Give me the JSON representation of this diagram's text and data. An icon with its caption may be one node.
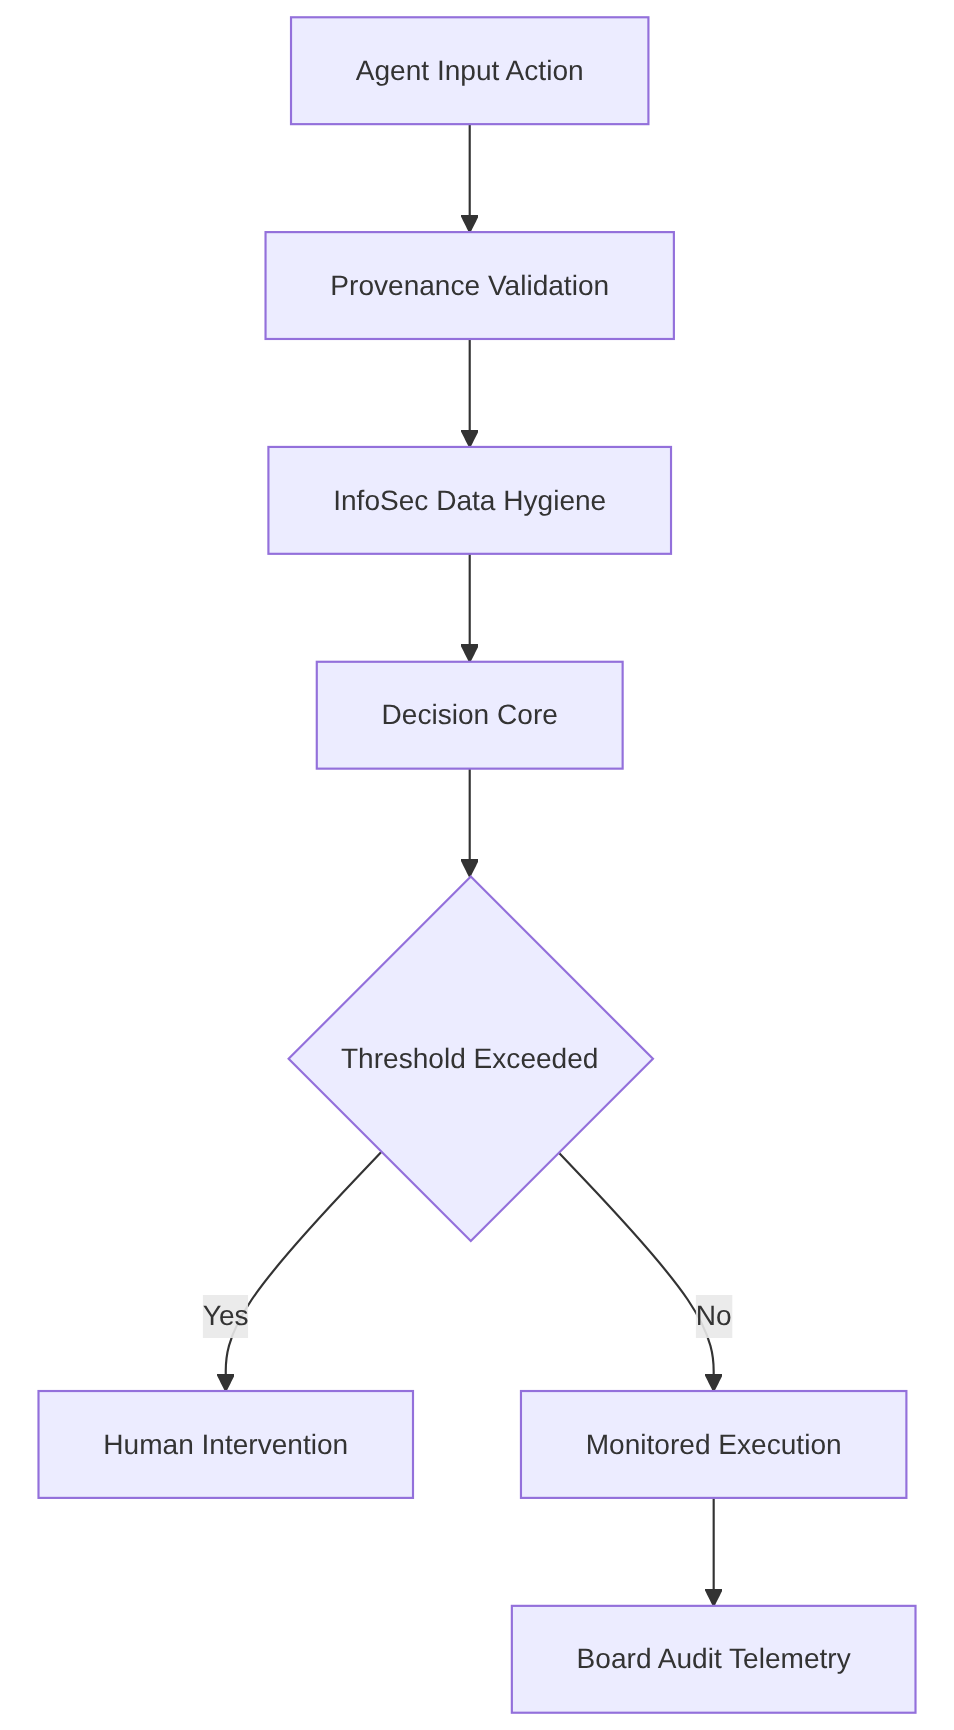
{
  "diagram": {
    "nodes": [
      {
        "text": [
          "Agent Input Action"
        ]
      },
      {
        "text": [
          "Provenance Validation"
        ]
      },
      {
        "text": [
          "InfoSec Data Hygiene"
        ]
      },
      {
        "text": [
          "Decision Core"
        ]
      },
      {
        "text": [
          "Threshold Exceeded"
        ]
      },
      {
        "text": [
          "Human Intervention"
        ]
      },
      {
        "text": [
          "Monitored Execution"
        ]
      },
      {
        "text": [
          "Board Audit Telemetry"
        ]
      }
    ],
    "edges": [
      {
        "from": 0,
        "to": 1,
        "arrow": "to"
      },
      {
        "from": 1,
        "to": 2,
        "arrow": "to"
      },
      {
        "from": 2,
        "to": 3,
        "arrow": "to"
      },
      {
        "from": 3,
        "to": 4,
        "arrow": "to"
      },
      {
        "from": 4,
        "to": 5,
        "arrow": "to",
        "label": "Yes"
      },
      {
        "from": 4,
        "to": 6,
        "arrow": "to",
        "label": "No"
      },
      {
        "from": 6,
        "to": 7,
        "arrow": "to"
      }
    ]
  }
}
